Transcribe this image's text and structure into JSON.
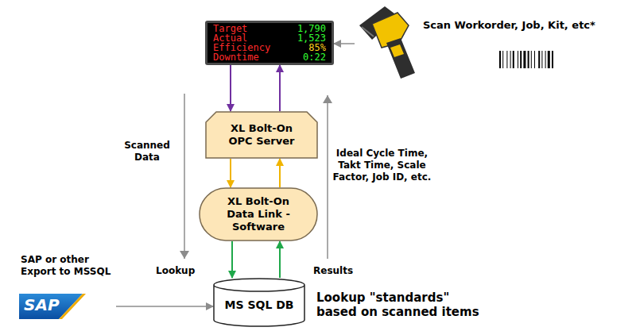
{
  "diagram": {
    "nodes": [
      {
        "text": [
          "Target",
          "1,790",
          "Actual",
          "1,523",
          "Efficiency",
          "85%",
          "Downtime",
          "0:22"
        ]
      },
      {
        "text": [
          "Scan Workorder, Job, Kit, etc*"
        ]
      },
      {
        "text": [
          "XL Bolt-On OPC Server"
        ]
      },
      {
        "text": [
          "XL Bolt-On Data Link - Software"
        ]
      },
      {
        "text": [
          "SAP or other Export to MSSQL",
          "SAP"
        ]
      },
      {
        "text": [
          "MS SQL DB"
        ]
      }
    ],
    "edges": [
      {
        "from": 1,
        "to": 0,
        "arrow": "to"
      },
      {
        "from": 0,
        "to": 2,
        "arrow": "to"
      },
      {
        "from": 2,
        "to": 0,
        "arrow": "to"
      },
      {
        "from": 2,
        "to": 3,
        "arrow": "to"
      },
      {
        "from": 3,
        "to": 2,
        "arrow": "to"
      },
      {
        "from": 3,
        "to": 5,
        "arrow": "to"
      },
      {
        "from": 5,
        "to": 3,
        "arrow": "to"
      },
      {
        "from": 4,
        "to": 5,
        "arrow": "to"
      }
    ],
    "labels": [
      "Scanned Data",
      "Lookup",
      "Ideal Cycle Time, Takt Time, Scale Factor, Job ID, etc.",
      "Results",
      "Lookup \"standards\" based on scanned items"
    ]
  }
}
